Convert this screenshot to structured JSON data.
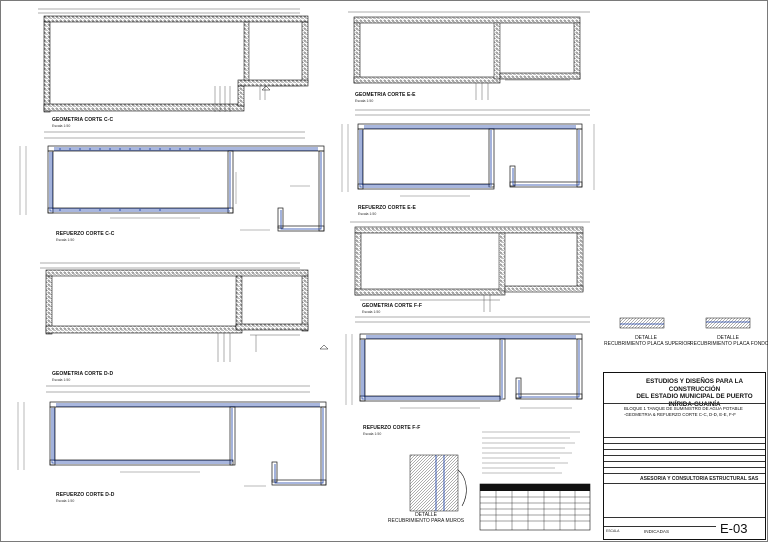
{
  "sections": [
    {
      "id": "geo-cc",
      "label": "GEOMETRIA CORTE C-C",
      "scale": "Escala 1:50"
    },
    {
      "id": "ref-cc",
      "label": "REFUERZO CORTE C-C",
      "scale": "Escala 1:50"
    },
    {
      "id": "geo-dd",
      "label": "GEOMETRIA CORTE D-D",
      "scale": "Escala 1:50"
    },
    {
      "id": "ref-dd",
      "label": "REFUERZO CORTE D-D",
      "scale": "Escala 1:50"
    },
    {
      "id": "geo-ee",
      "label": "GEOMETRIA CORTE E-E",
      "scale": "Escala 1:50"
    },
    {
      "id": "ref-ee",
      "label": "REFUERZO CORTE E-E",
      "scale": "Escala 1:50"
    },
    {
      "id": "geo-ff",
      "label": "GEOMETRIA CORTE F-F",
      "scale": "Escala 1:50"
    },
    {
      "id": "ref-ff",
      "label": "REFUERZO CORTE F-F",
      "scale": "Escala 1:50"
    }
  ],
  "details": {
    "top_left": [
      "DETALLE",
      "RECUBRIMIENTO PLACA SUPERIOR"
    ],
    "top_right": [
      "DETALLE",
      "RECUBRIMIENTO PLACA FONDO"
    ],
    "walls": [
      "DETALLE",
      "RECUBRIMIENTO PARA MUROS"
    ]
  },
  "title_block": {
    "project_title": [
      "ESTUDIOS Y DISEÑOS PARA LA CONSTRUCCIÓN",
      "DEL ESTADIO MUNICIPAL DE PUERTO",
      "INÍRIDA-GUAINÍA"
    ],
    "content": [
      "BLOQUE 1 TANQUE DE SUMINISTRO DE AGUA POTABLE",
      "-GEOMETRIA & REFUERZO CORTE C-C, D-D, E-E, F-F"
    ],
    "company": "ASESORIA Y CONSULTORIA ESTRUCTURAL SAS",
    "scale_label": "ESCALA",
    "scale_value": "INDICADAS",
    "sheet": "E-03"
  }
}
